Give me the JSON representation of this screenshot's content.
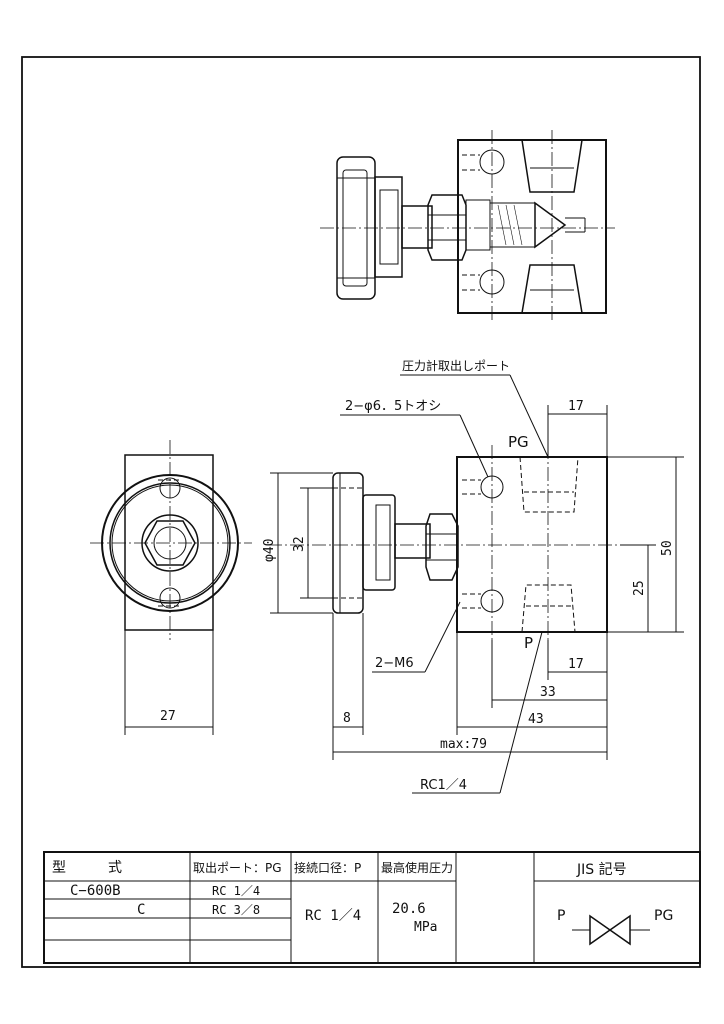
{
  "labels": {
    "gauge_port": "圧力計取出しポート",
    "through_hole": "2−φ6．5トオシ",
    "pg": "PG",
    "p": "P",
    "m6": "2−M6",
    "rc": "RC1／4"
  },
  "dimensions": {
    "phi40": "φ40",
    "d32": "32",
    "d17_top": "17",
    "d50": "50",
    "d25": "25",
    "d17_bot": "17",
    "d33": "33",
    "d43": "43",
    "d8": "8",
    "d27": "27",
    "max79": "max:79"
  },
  "table": {
    "headers": {
      "model": "型　　　式",
      "pg_port": "取出ポート：PG",
      "p_port": "接続口径：P",
      "pressure": "最高使用圧力",
      "jis": "JIS 記号"
    },
    "rows": [
      {
        "model": "C−600B",
        "pg": "RC 1／4"
      },
      {
        "model": "C",
        "pg": "RC 3／8"
      }
    ],
    "p_value": "RC 1／4",
    "pressure_value": "20.6",
    "pressure_unit": "MPa",
    "jis_p": "P",
    "jis_pg": "PG"
  }
}
